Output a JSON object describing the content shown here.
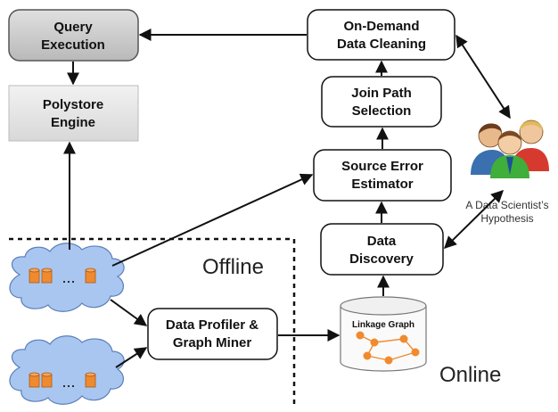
{
  "nodes": {
    "query_execution": {
      "line1": "Query",
      "line2": "Execution"
    },
    "polystore_engine": {
      "line1": "Polystore",
      "line2": "Engine"
    },
    "data_cleaning": {
      "line1": "On-Demand",
      "line2": "Data Cleaning"
    },
    "join_path": {
      "line1": "Join Path",
      "line2": "Selection"
    },
    "error_estimator": {
      "line1": "Source Error",
      "line2": "Estimator"
    },
    "data_discovery": {
      "line1": "Data",
      "line2": "Discovery"
    },
    "profiler": {
      "line1": "Data Profiler &",
      "line2": "Graph Miner"
    },
    "linkage_graph": {
      "title": "Linkage Graph"
    }
  },
  "labels": {
    "offline": "Offline",
    "online": "Online",
    "scientist_line1": "A Data Scientist’s",
    "scientist_line2": "Hypothesis",
    "ellipsis": "..."
  },
  "colors": {
    "gray_box": "#cfcfcf",
    "engine_box": "#e6e6e6",
    "cloud_fill": "#a9c6f0",
    "db_orange": "#f08a2e",
    "graph_orange": "#f08a2e"
  }
}
